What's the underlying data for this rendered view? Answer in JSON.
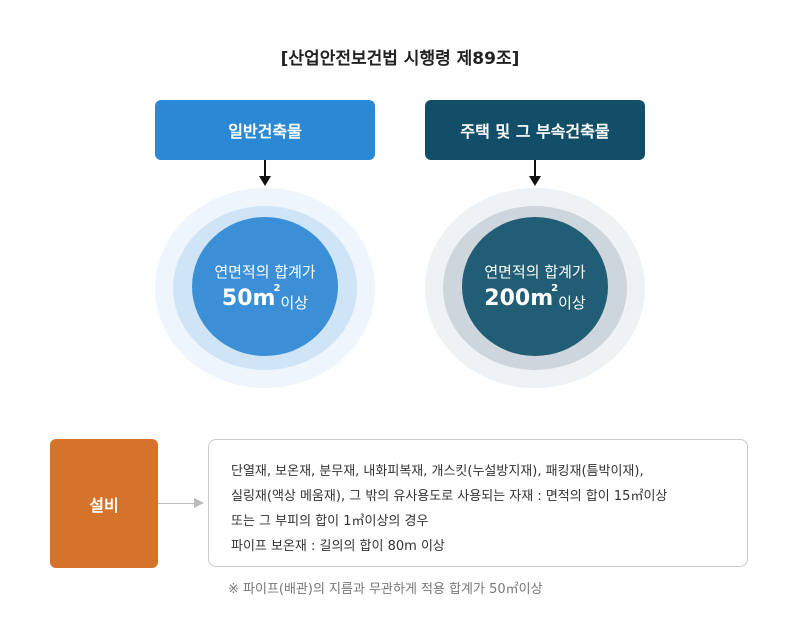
{
  "title": "[산업안전보건법 시행령 제89조]",
  "categories": [
    {
      "name": "일반건축물",
      "requirement_label": "연면적의 합계가",
      "requirement_value": "50",
      "requirement_unit": "m",
      "requirement_unit_sup": "2",
      "requirement_suffix": "이상",
      "color": "#2b88d4"
    },
    {
      "name": "주택 및 그 부속건축물",
      "requirement_label": "연면적의 합계가",
      "requirement_value": "200",
      "requirement_unit": "m",
      "requirement_unit_sup": "2",
      "requirement_suffix": "이상",
      "color": "#134e68"
    }
  ],
  "facility": {
    "label": "설비",
    "color": "#d6732a",
    "lines": [
      "단열재, 보온재, 분무재, 내화피복재, 개스킷(누설방지재), 패킹재(틈박이재),",
      "실링재(액상 메움재), 그 밖의 유사용도로 사용되는 자재 : 면적의 합이 15㎡이상",
      "또는 그 부피의 합이 1㎥이상의 경우",
      "파이프 보온재 : 길의의 합이 80m 이상"
    ]
  },
  "footnote": "※ 파이프(배관)의 지름과 무관하게 적용 합계가 50㎡이상"
}
